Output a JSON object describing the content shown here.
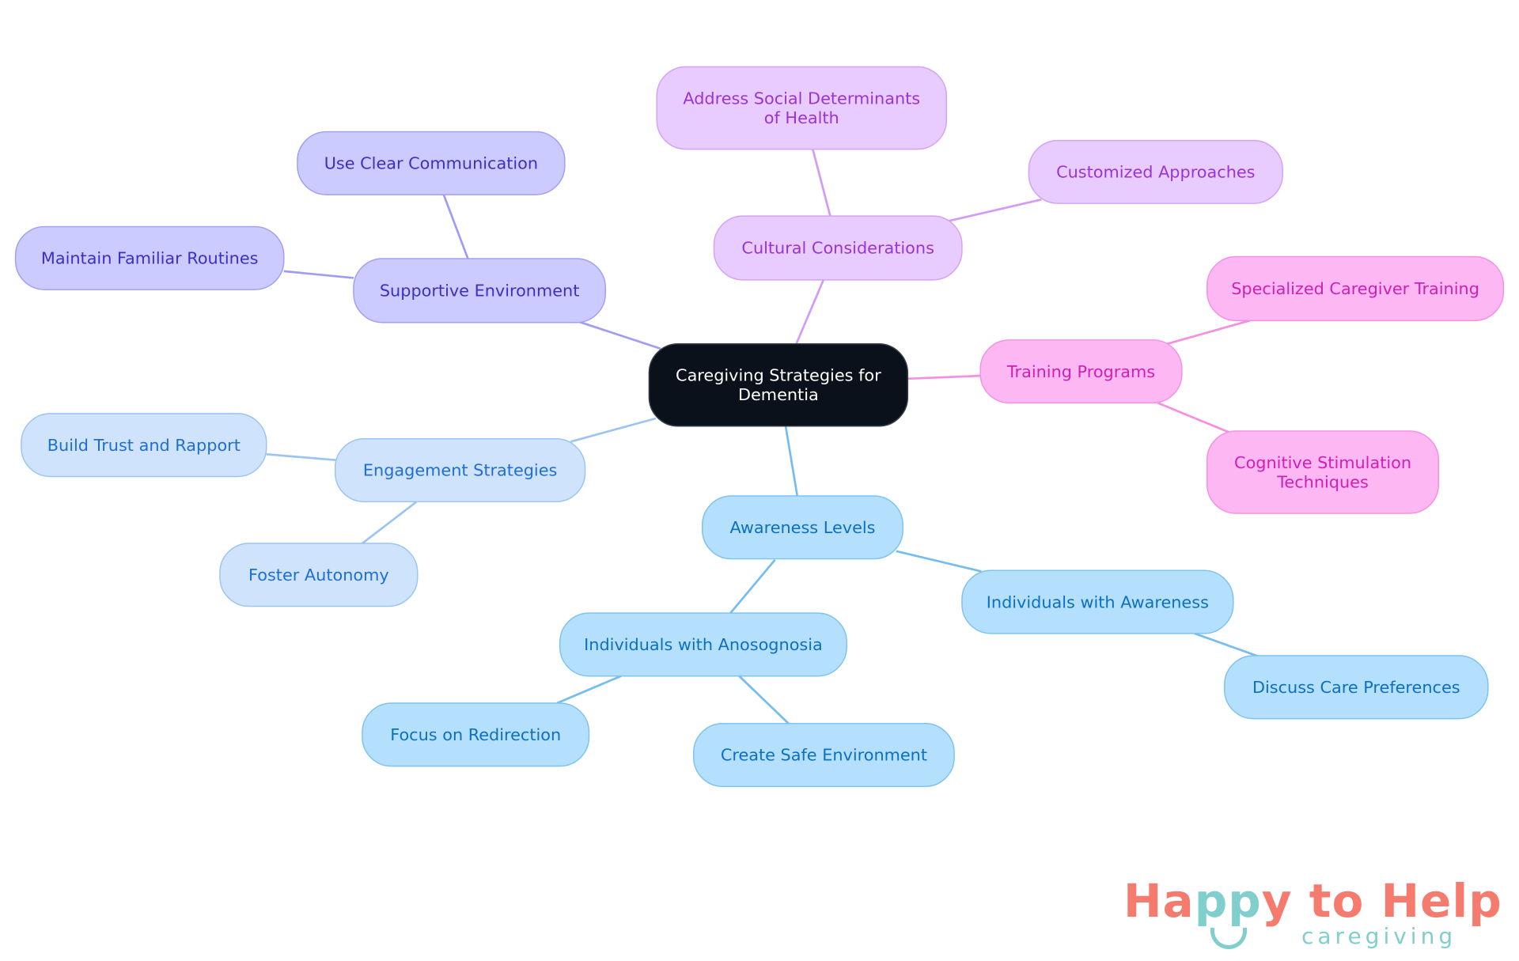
{
  "diagram": {
    "root": {
      "id": "root",
      "label": [
        "Caregiving Strategies for",
        "Dementia"
      ],
      "branch": "root"
    },
    "nodes": [
      {
        "id": "supportive",
        "label": [
          "Supportive Environment"
        ],
        "branch": "indigo"
      },
      {
        "id": "clear",
        "label": [
          "Use Clear Communication"
        ],
        "branch": "indigo"
      },
      {
        "id": "routines",
        "label": [
          "Maintain Familiar Routines"
        ],
        "branch": "indigo"
      },
      {
        "id": "cultural",
        "label": [
          "Cultural Considerations"
        ],
        "branch": "purple"
      },
      {
        "id": "social",
        "label": [
          "Address Social Determinants",
          "of Health"
        ],
        "branch": "purple"
      },
      {
        "id": "customized",
        "label": [
          "Customized Approaches"
        ],
        "branch": "purple"
      },
      {
        "id": "training",
        "label": [
          "Training Programs"
        ],
        "branch": "pink"
      },
      {
        "id": "specialized",
        "label": [
          "Specialized Caregiver Training"
        ],
        "branch": "pink"
      },
      {
        "id": "cognitive",
        "label": [
          "Cognitive Stimulation",
          "Techniques"
        ],
        "branch": "pink"
      },
      {
        "id": "engagement",
        "label": [
          "Engagement Strategies"
        ],
        "branch": "lightblue"
      },
      {
        "id": "trust",
        "label": [
          "Build Trust and Rapport"
        ],
        "branch": "lightblue"
      },
      {
        "id": "autonomy",
        "label": [
          "Foster Autonomy"
        ],
        "branch": "lightblue"
      },
      {
        "id": "awareness",
        "label": [
          "Awareness Levels"
        ],
        "branch": "skyblue"
      },
      {
        "id": "indaware",
        "label": [
          "Individuals with Awareness"
        ],
        "branch": "skyblue"
      },
      {
        "id": "discuss",
        "label": [
          "Discuss Care Preferences"
        ],
        "branch": "skyblue"
      },
      {
        "id": "anosognosia",
        "label": [
          "Individuals with Anosognosia"
        ],
        "branch": "skyblue"
      },
      {
        "id": "redirection",
        "label": [
          "Focus on Redirection"
        ],
        "branch": "skyblue"
      },
      {
        "id": "safe",
        "label": [
          "Create Safe Environment"
        ],
        "branch": "skyblue"
      }
    ],
    "edges": [
      [
        "root",
        "supportive"
      ],
      [
        "supportive",
        "clear"
      ],
      [
        "supportive",
        "routines"
      ],
      [
        "root",
        "cultural"
      ],
      [
        "cultural",
        "social"
      ],
      [
        "cultural",
        "customized"
      ],
      [
        "root",
        "training"
      ],
      [
        "training",
        "specialized"
      ],
      [
        "training",
        "cognitive"
      ],
      [
        "root",
        "engagement"
      ],
      [
        "engagement",
        "trust"
      ],
      [
        "engagement",
        "autonomy"
      ],
      [
        "root",
        "awareness"
      ],
      [
        "awareness",
        "indaware"
      ],
      [
        "indaware",
        "discuss"
      ],
      [
        "awareness",
        "anosognosia"
      ],
      [
        "anosognosia",
        "redirection"
      ],
      [
        "anosognosia",
        "safe"
      ]
    ],
    "colors": {
      "root": {
        "fill": "#0b111a",
        "stroke": "#3a3f47",
        "text": "#ffffff",
        "line": "#9f9cf5"
      },
      "indigo": {
        "fill": "#cccbff",
        "stroke": "#a19ef6",
        "text": "#3b30c4",
        "line": "#9f9cf5"
      },
      "purple": {
        "fill": "#e8cbff",
        "stroke": "#d3a2f7",
        "text": "#9a34d6",
        "line": "#d39bf5"
      },
      "pink": {
        "fill": "#fdb8f4",
        "stroke": "#f58fe6",
        "text": "#d01fb3",
        "line": "#f58fe0"
      },
      "lightblue": {
        "fill": "#cfe3fc",
        "stroke": "#9cc4f3",
        "text": "#1f6fd2",
        "line": "#9cc4f3"
      },
      "skyblue": {
        "fill": "#b5e0fd",
        "stroke": "#7cc3f1",
        "text": "#0b70c2",
        "line": "#76bdef"
      }
    }
  },
  "logo": {
    "main_a": "Ha",
    "main_b": "pp",
    "main_c": "y to Help",
    "sub": "caregiving"
  }
}
